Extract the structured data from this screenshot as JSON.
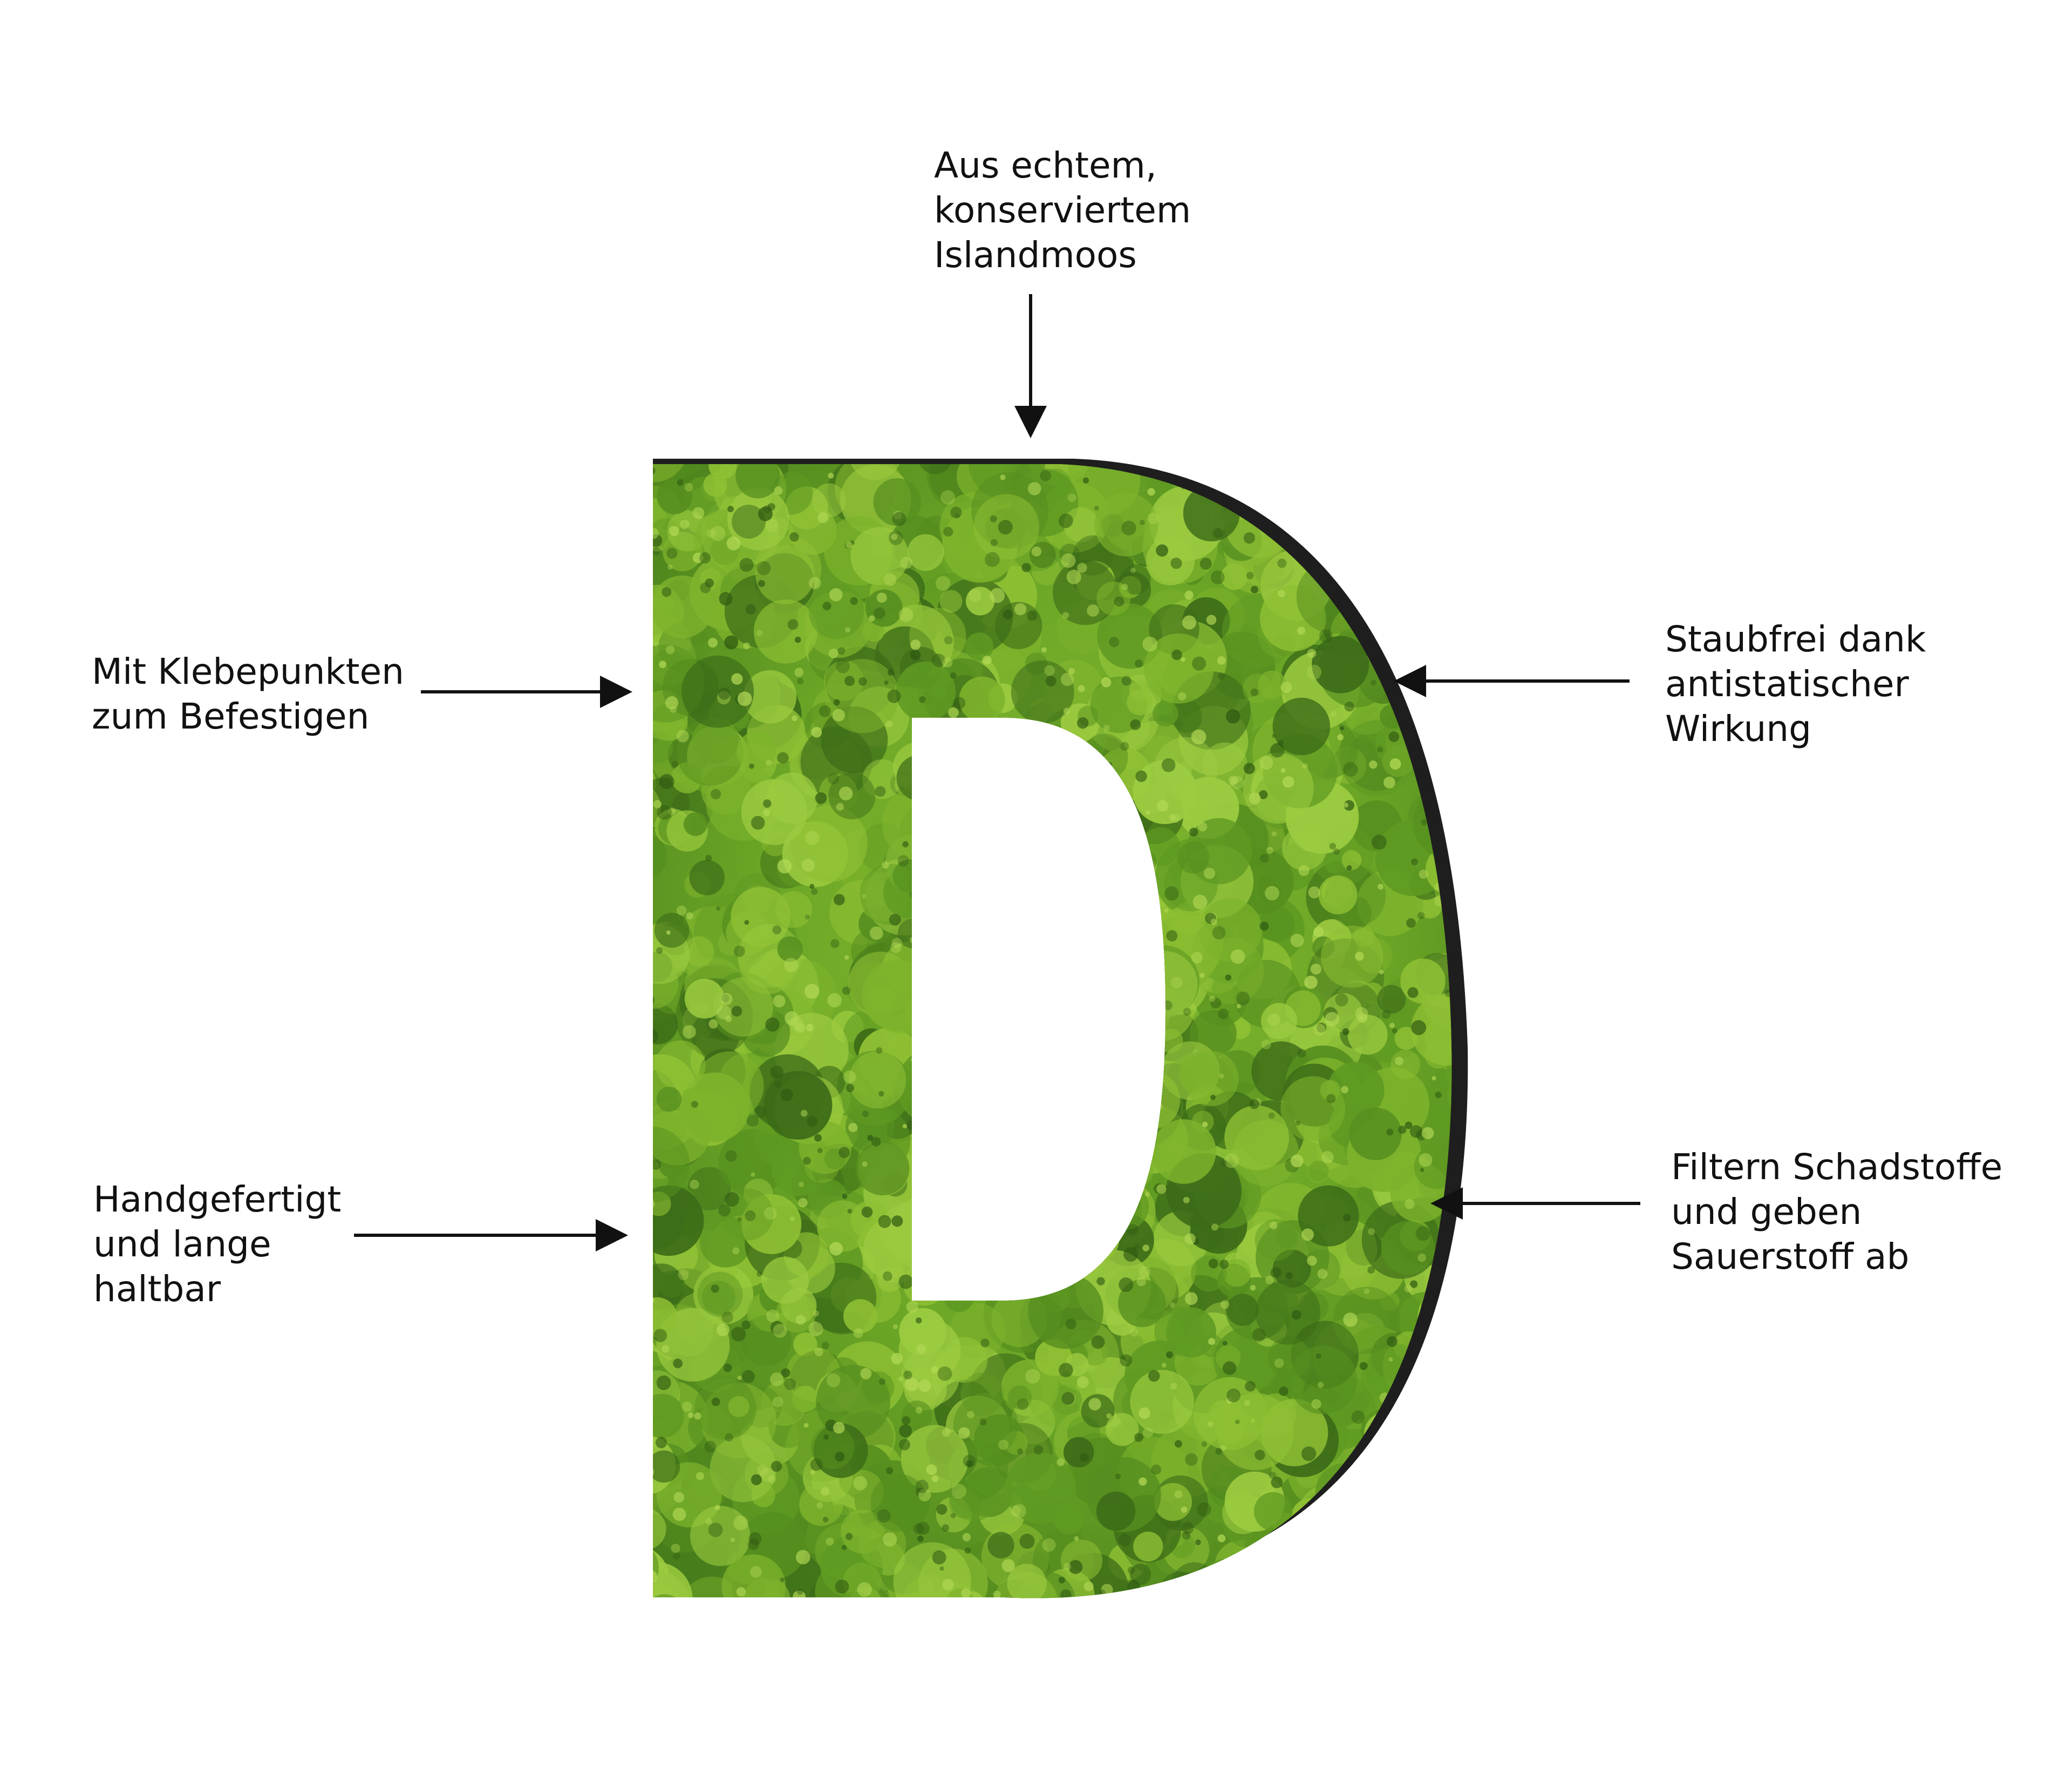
{
  "callouts": {
    "top": {
      "lines": [
        "Aus echtem,",
        "konserviertem",
        "Islandmoos"
      ]
    },
    "left_upper": {
      "lines": [
        "Mit Klebepunkten",
        "zum Befestigen"
      ]
    },
    "left_lower": {
      "lines": [
        "Handgefertigt",
        "und lange",
        "haltbar"
      ]
    },
    "right_upper": {
      "lines": [
        "Staubfrei dank",
        "antistatischer",
        "Wirkung"
      ]
    },
    "right_lower": {
      "lines": [
        "Filtern Schadstoffe",
        "und geben",
        "Sauerstoff ab"
      ]
    }
  },
  "product": {
    "letter": "D",
    "colors": {
      "moss_light": "#8fc034",
      "moss_mid": "#5f9a22",
      "moss_dark": "#3c6c18",
      "backing_board": "#1e1e1e",
      "arrow": "#111111",
      "background": "#ffffff"
    }
  }
}
